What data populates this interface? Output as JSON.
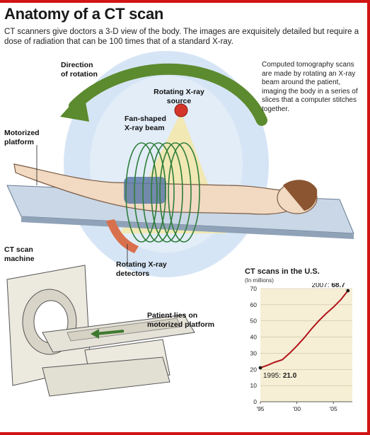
{
  "title": "Anatomy of a CT scan",
  "subtitle": "CT scanners give doctors a 3-D view of the body. The images are exquisitely detailed but require a dose of radiation that can be 100 times that of a standard X-ray.",
  "labels": {
    "direction": "Direction\nof rotation",
    "source": "Rotating X-ray\nsource",
    "fan": "Fan-shaped\nX-ray beam",
    "platform": "Motorized\nplatform",
    "detectors": "Rotating X-ray\ndetectors",
    "machine": "CT scan\nmachine",
    "patient": "Patient lies on\nmotorized platform"
  },
  "description": "Computed tomography scans are made by rotating an X-ray beam around the patient, imaging the body in a series of slices that a computer stitches together.",
  "colors": {
    "accent_red": "#d21414",
    "arrow_green": "#5c8a2e",
    "disc_blue": "#b9d3ee",
    "beam_yellow": "#f3e6a8",
    "coil_green": "#2f7d3a",
    "chart_bg": "#f6efd5",
    "line_red": "#b3121b"
  },
  "chart_data": {
    "type": "line",
    "title": "CT scans in the U.S.",
    "unit": "(In millions)",
    "x": [
      1995,
      1996,
      1997,
      1998,
      1999,
      2000,
      2001,
      2002,
      2003,
      2004,
      2005,
      2006,
      2007
    ],
    "values": [
      21.0,
      22.6,
      24.5,
      26.0,
      30.0,
      34.5,
      39.5,
      45.0,
      50.0,
      54.5,
      58.5,
      63.0,
      68.7
    ],
    "ylim": [
      0,
      70
    ],
    "yticks": [
      0,
      10,
      20,
      30,
      40,
      50,
      60,
      70
    ],
    "xticks": [
      1995,
      2000,
      2005
    ],
    "xtick_labels": [
      "'95",
      "'00",
      "'05"
    ],
    "annotations": [
      {
        "prefix": "2007: ",
        "value": "68.7",
        "x": 2007,
        "y": 68.7
      },
      {
        "prefix": "1995: ",
        "value": "21.0",
        "x": 1995,
        "y": 21.0
      }
    ],
    "grid": true
  }
}
